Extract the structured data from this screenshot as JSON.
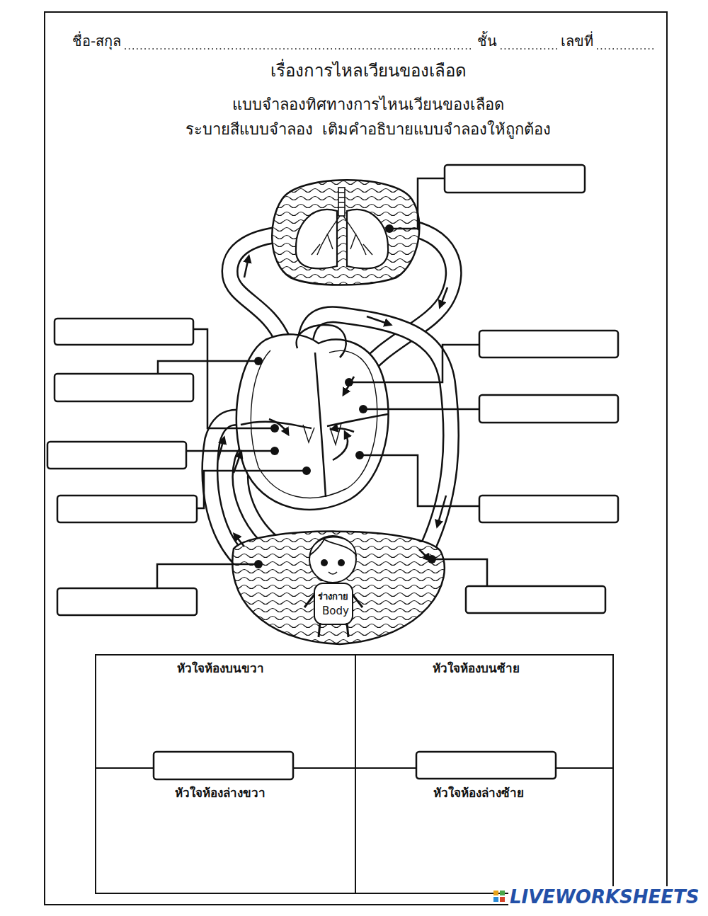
{
  "diagram": {
    "title": "เรื่องการไหลเวียนของเลือด",
    "labels": [
      "ชื่อ-สกุล",
      "ชั้น",
      "เลขที่",
      "แบบจำลองทิศทางการไหนเวียนของเลือด",
      "ระบายสีแบบจำลอง  เติมคำอธิบายแบบจำลองให้ถูกต้อง",
      "ร่างกาย",
      "Body",
      "หัวใจห้องบนขวา",
      "หัวใจห้องบนซ้าย",
      "หัวใจห้องล่างขวา",
      "หัวใจห้องล่างซ้าย",
      "LIVEWORKSHEETS"
    ]
  }
}
